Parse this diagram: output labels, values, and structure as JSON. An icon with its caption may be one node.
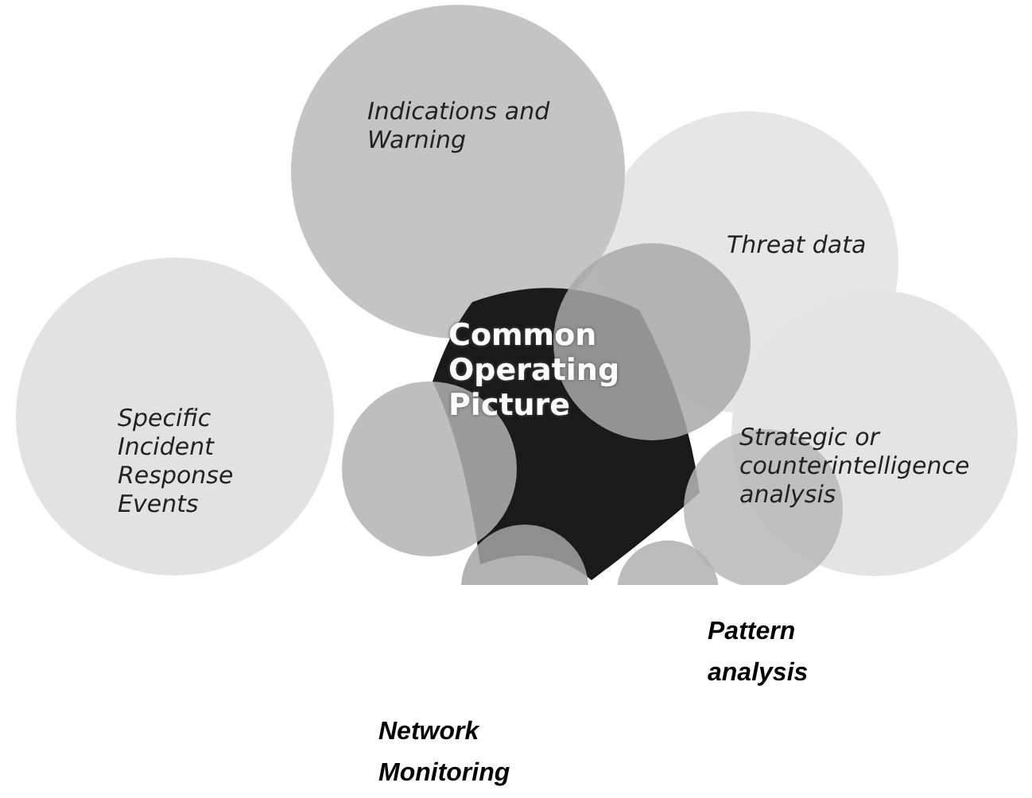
{
  "diagram": {
    "nodes": [
      {
        "text": [
          "Indications and Warning"
        ]
      },
      {
        "text": [
          "Threat data"
        ]
      },
      {
        "text": [
          "Specific Incident Response Events"
        ]
      },
      {
        "text": [
          "Strategic or counterintelligence analysis"
        ]
      },
      {
        "text": [
          "Common Operating Picture"
        ]
      }
    ],
    "labels": [
      "Pattern analysis",
      "Network Monitoring"
    ]
  }
}
